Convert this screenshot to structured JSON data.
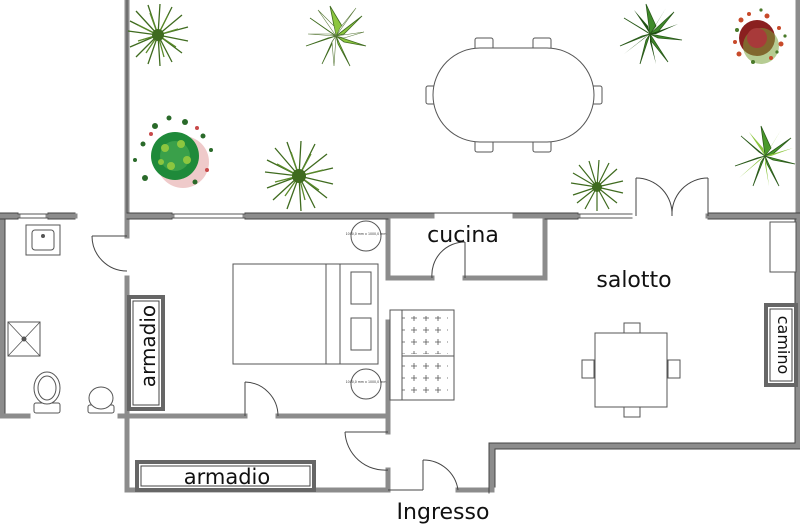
{
  "plan": {
    "rooms": {
      "kitchen": "cucina",
      "living": "salotto",
      "fireplace": "camino",
      "wardrobe_bedroom": "armadio",
      "wardrobe_hall": "armadio",
      "entrance": "Ingresso"
    },
    "fixture_note": "1000,0 mm x 1000,0 mm",
    "colors": {
      "wall": "#8c8c8c",
      "wall_edge": "#555555",
      "line": "#444444",
      "plant_dark": "#3f6b1f",
      "plant_mid": "#5a9a2a",
      "plant_light": "#8cc63f",
      "flower_red": "#b23a3a"
    },
    "icons": [
      "palm-plant-icon",
      "fern-plant-icon",
      "flowering-shrub-icon",
      "star-plant-icon"
    ]
  }
}
